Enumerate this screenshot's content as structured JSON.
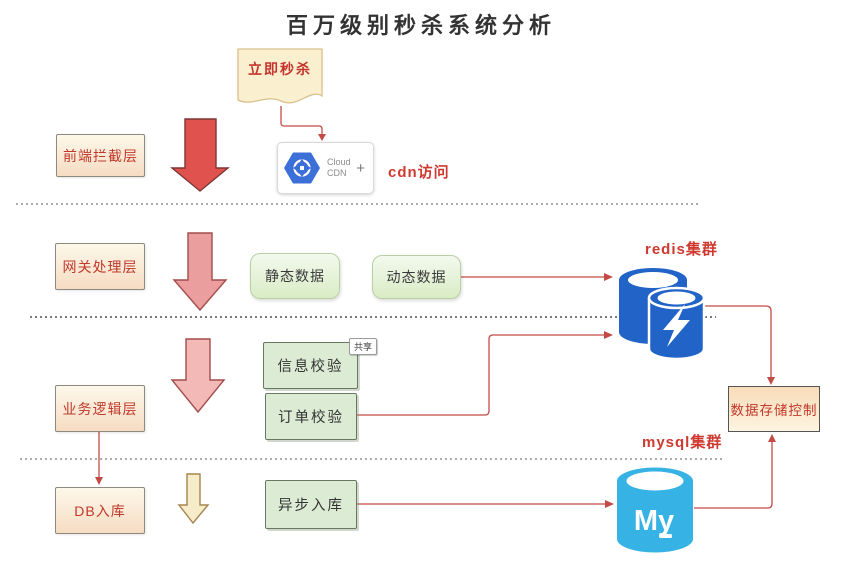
{
  "title": "百万级别秒杀系统分析",
  "trigger": {
    "label": "立即秒杀"
  },
  "layers": [
    {
      "label": "前端拦截层"
    },
    {
      "label": "网关处理层"
    },
    {
      "label": "业务逻辑层"
    },
    {
      "label": "DB入库"
    }
  ],
  "cdn": {
    "line1": "Cloud",
    "line2": "CDN",
    "plus": "+",
    "annotation": "cdn访问"
  },
  "nodes": {
    "static_data": "静态数据",
    "dynamic_data": "动态数据",
    "info_check": "信息校验",
    "share_tag": "共享",
    "order_check": "订单校验",
    "async_store": "异步入库",
    "storage_control": "数据存储控制"
  },
  "clusters": {
    "redis_label": "redis集群",
    "mysql_label": "mysql集群",
    "mysql_icon_text": "My"
  },
  "colors": {
    "accent_red_text": "#c9392e",
    "connector_red": "#c24b45",
    "redis_blue": "#2163c7",
    "mysql_blue": "#36b2e5",
    "soft_green": "#dcebd3",
    "cream": "#f9eed6"
  }
}
